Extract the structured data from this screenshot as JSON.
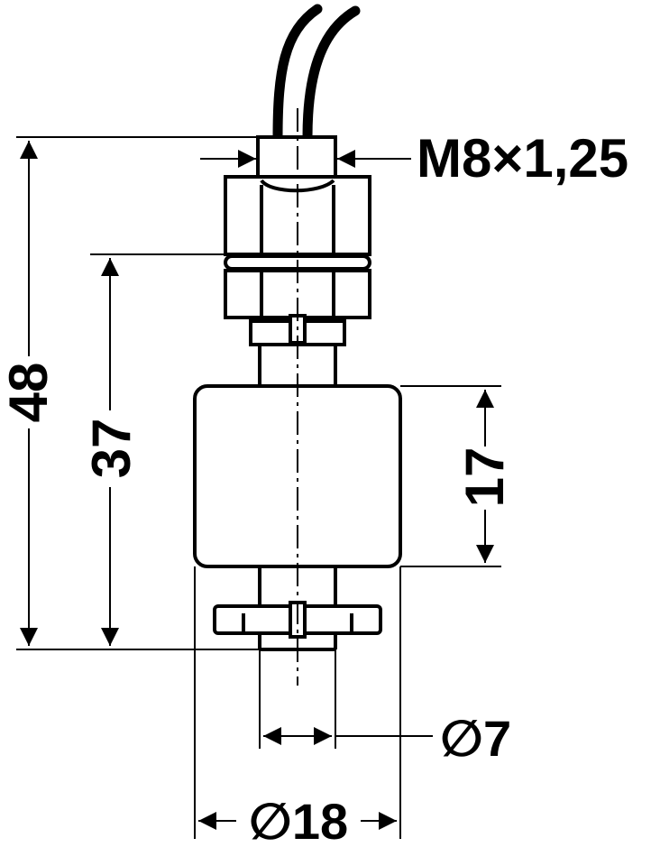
{
  "drawing": {
    "labels": {
      "thread": "M8×1,25",
      "overall_length": "48",
      "mount_to_bottom": "37",
      "float_height": "17",
      "stem_diameter": "∅7",
      "float_diameter": "∅18"
    }
  }
}
